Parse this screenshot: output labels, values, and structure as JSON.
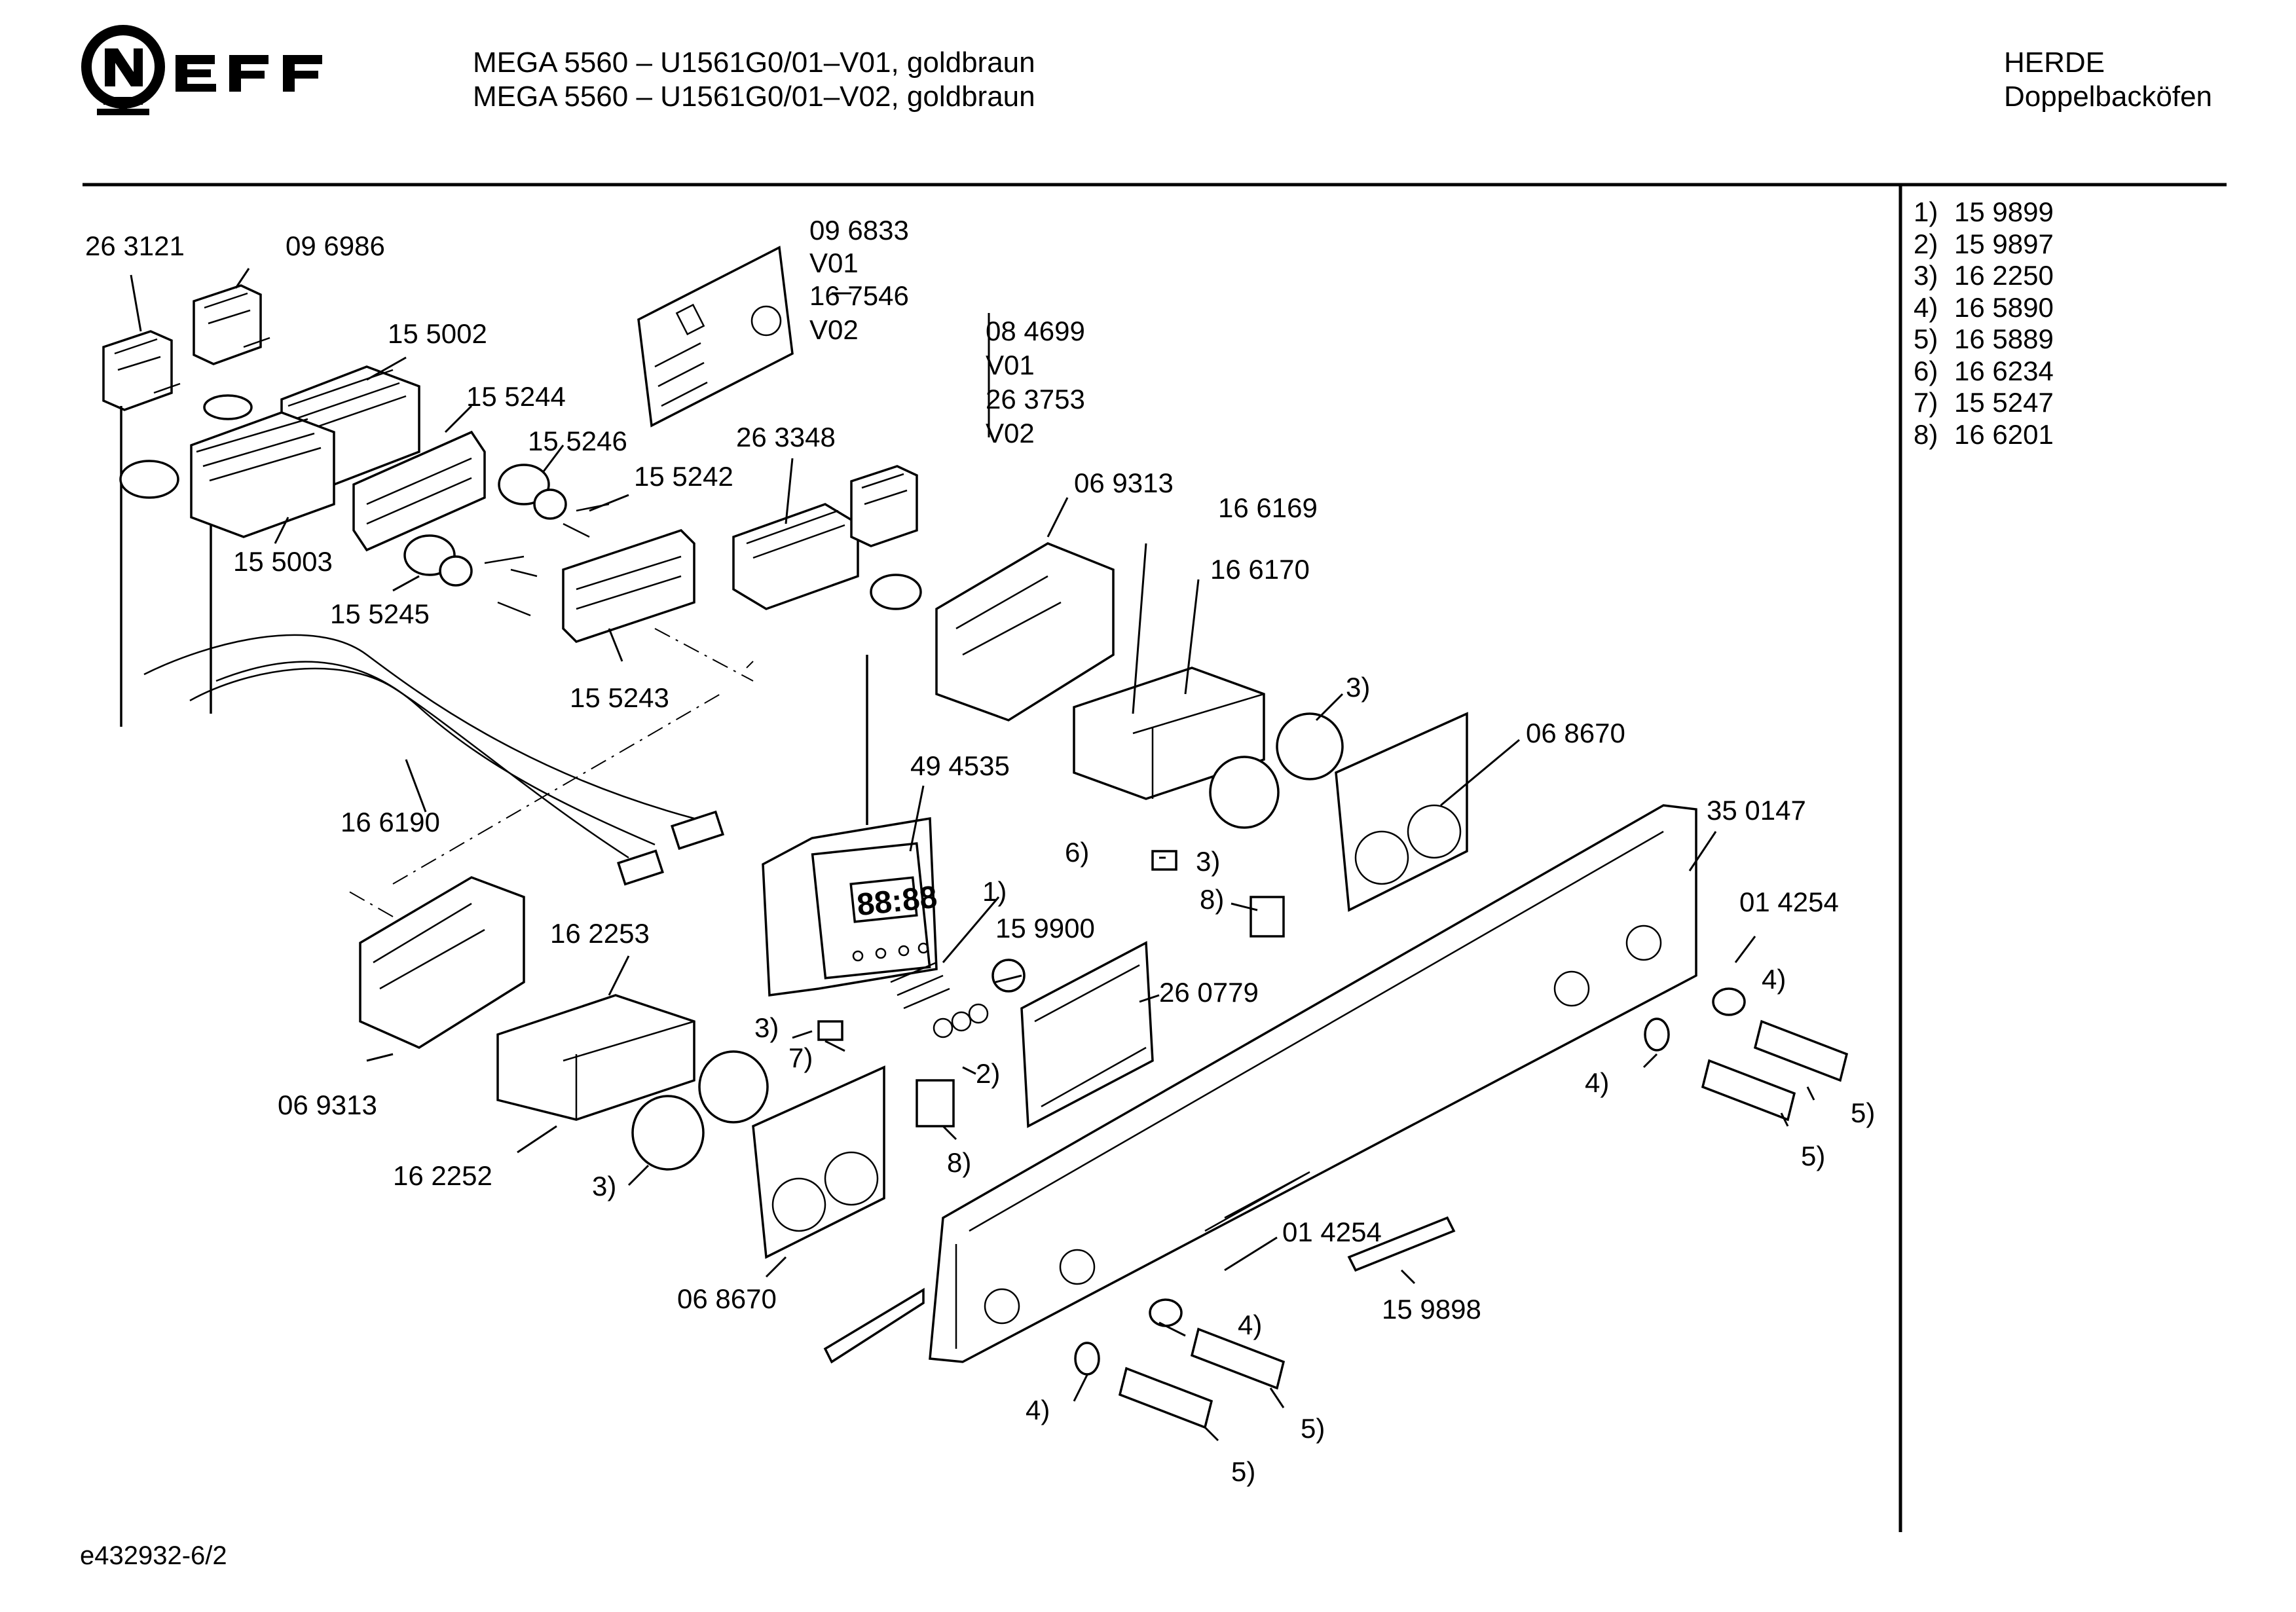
{
  "brand": "NEFF",
  "header": {
    "model_line_1": "MEGA 5560 – U1561G0/01–V01, goldbraun",
    "model_line_2": "MEGA 5560 – U1561G0/01–V02, goldbraun",
    "category": "HERDE",
    "subcategory": "Doppelbacköfen"
  },
  "footer": {
    "drawing_id": "e432932-6/2"
  },
  "legend": [
    {
      "key": "1)",
      "part": "15 9899"
    },
    {
      "key": "2)",
      "part": "15 9897"
    },
    {
      "key": "3)",
      "part": "16 2250"
    },
    {
      "key": "4)",
      "part": "16 5890"
    },
    {
      "key": "5)",
      "part": "16 5889"
    },
    {
      "key": "6)",
      "part": "16 6234"
    },
    {
      "key": "7)",
      "part": "15 5247"
    },
    {
      "key": "8)",
      "part": "16 6201"
    }
  ],
  "labels": [
    "26 3121",
    "09 6986",
    "15 5002",
    "15 5244",
    "15 5246",
    "15 5242",
    "15 5003",
    "15 5245",
    "15 5243",
    "09 6833",
    "V01",
    "16 7546",
    "V02",
    "26 3348",
    "08 4699",
    "V01",
    "26 3753",
    "V02",
    "06 9313",
    "16 6169",
    "16 6170",
    "3)",
    "06 8670",
    "16 6190",
    "49 4535",
    "6)",
    "3)",
    "8)",
    "35 0147",
    "1)",
    "15 9900",
    "16 2253",
    "01 4254",
    "4)",
    "26 0779",
    "3)",
    "7)",
    "2)",
    "06 9313",
    "4)",
    "5)",
    "5)",
    "16 2252",
    "8)",
    "3)",
    "06 8670",
    "01 4254",
    "15 9898",
    "4)",
    "4)",
    "5)",
    "5)"
  ]
}
